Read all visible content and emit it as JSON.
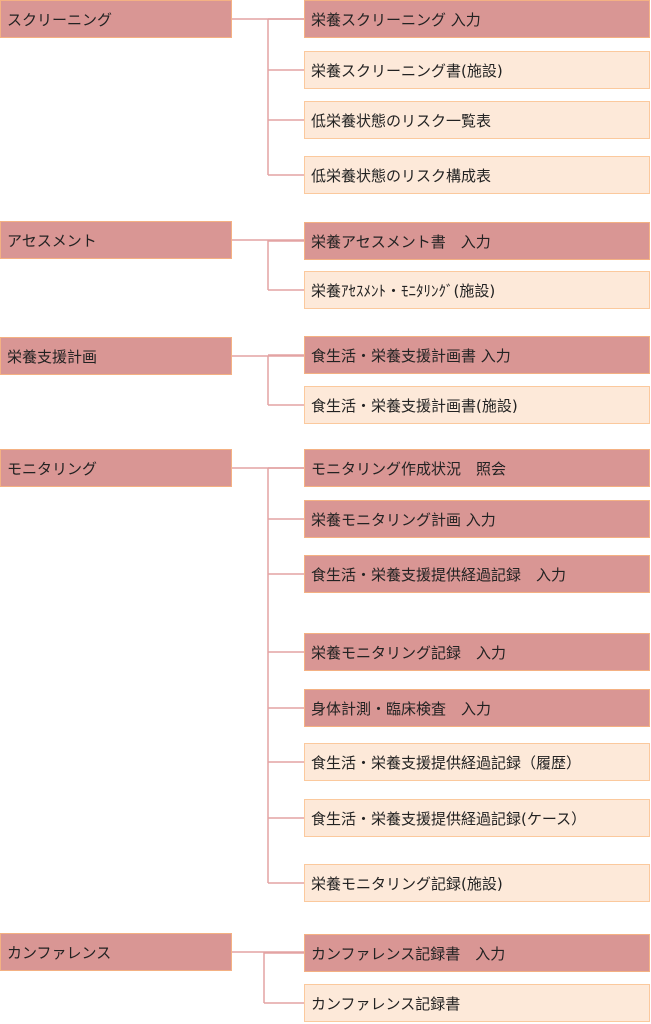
{
  "groups": [
    {
      "label": "スクリーニング",
      "items": [
        {
          "label": "栄養スクリーニング 入力",
          "kind": "input"
        },
        {
          "label": "栄養スクリーニング書(施設)",
          "kind": "report"
        },
        {
          "label": "低栄養状態のリスク一覧表",
          "kind": "report"
        },
        {
          "label": "低栄養状態のリスク構成表",
          "kind": "report"
        }
      ]
    },
    {
      "label": "アセスメント",
      "items": [
        {
          "label": "栄養アセスメント書　入力",
          "kind": "input"
        },
        {
          "label": "栄養ｱｾｽﾒﾝﾄ・ﾓﾆﾀﾘﾝｸﾞ(施設)",
          "kind": "report"
        }
      ]
    },
    {
      "label": "栄養支援計画",
      "items": [
        {
          "label": "食生活・栄養支援計画書 入力",
          "kind": "input"
        },
        {
          "label": "食生活・栄養支援計画書(施設)",
          "kind": "report"
        }
      ]
    },
    {
      "label": "モニタリング",
      "items": [
        {
          "label": "モニタリング作成状況　照会",
          "kind": "input"
        },
        {
          "label": "栄養モニタリング計画 入力",
          "kind": "input"
        },
        {
          "label": "食生活・栄養支援提供経過記録　入力",
          "kind": "input"
        },
        {
          "label": "栄養モニタリング記録　入力",
          "kind": "input"
        },
        {
          "label": "身体計測・臨床検査　入力",
          "kind": "input"
        },
        {
          "label": "食生活・栄養支援提供経過記録（履歴）",
          "kind": "report"
        },
        {
          "label": "食生活・栄養支援提供経過記録(ケース）",
          "kind": "report"
        },
        {
          "label": "栄養モニタリング記録(施設)",
          "kind": "report"
        }
      ]
    },
    {
      "label": "カンファレンス",
      "items": [
        {
          "label": "カンファレンス記録書　入力",
          "kind": "input"
        },
        {
          "label": "カンファレンス記録書",
          "kind": "report"
        }
      ]
    }
  ],
  "colors": {
    "input": "#d99694",
    "report": "#fde9d9",
    "connector": "#e3a3a3"
  }
}
